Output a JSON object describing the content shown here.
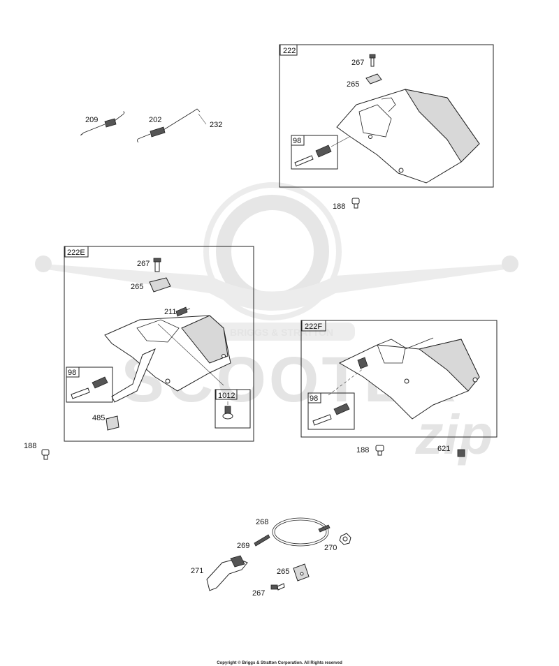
{
  "footer": {
    "copyright": "Copyright © Briggs & Stratton Corporation. All Rights reserved"
  },
  "watermark": {
    "brand_text": "SCOOTER",
    "script_text": "zip",
    "banner_text": "BRIGGS & STRATTON"
  },
  "groups": {
    "g222": {
      "label": "222"
    },
    "g222e": {
      "label": "222E"
    },
    "g222f": {
      "label": "222F"
    },
    "sub98_a": {
      "label": "98"
    },
    "sub98_b": {
      "label": "98"
    },
    "sub98_c": {
      "label": "98"
    },
    "sub1012": {
      "label": "1012"
    }
  },
  "callouts": {
    "c209": "209",
    "c202": "202",
    "c232": "232",
    "c267_top": "267",
    "c265_top": "265",
    "c188_top": "188",
    "c267_e": "267",
    "c265_e": "265",
    "c211": "211",
    "c485": "485",
    "c188_left": "188",
    "c188_mid": "188",
    "c621": "621",
    "c268": "268",
    "c269": "269",
    "c270": "270",
    "c271": "271",
    "c265_bottom": "265",
    "c267_bottom": "267"
  }
}
